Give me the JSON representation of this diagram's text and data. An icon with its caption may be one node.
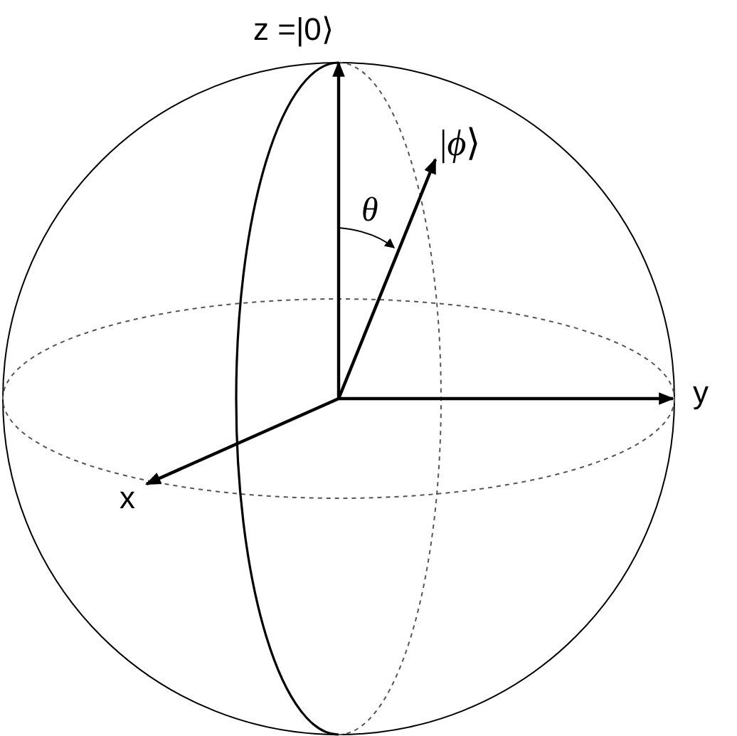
{
  "diagram": {
    "labels": [
      "z =|0⟩",
      "|*ϕ*⟩",
      "θ",
      "y",
      "x"
    ]
  }
}
